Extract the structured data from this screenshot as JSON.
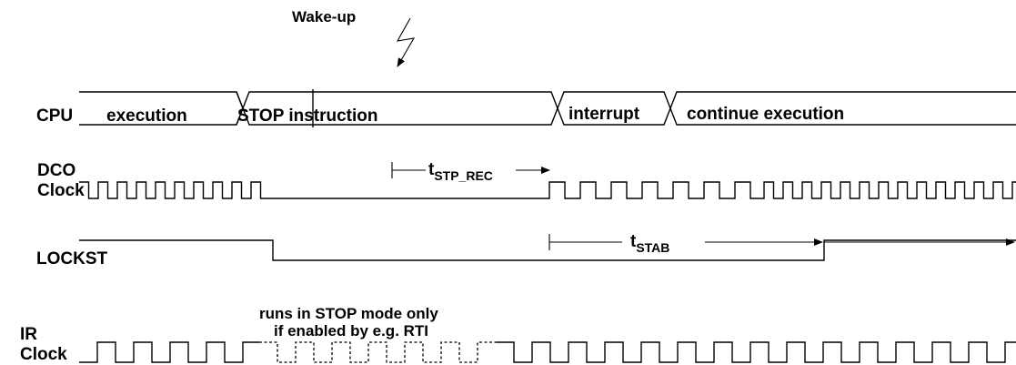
{
  "wakeup": {
    "label": "Wake-up"
  },
  "signals": {
    "cpu": {
      "label": "CPU"
    },
    "dco": {
      "label_line1": "DCO",
      "label_line2": "Clock"
    },
    "lockst": {
      "label": "LOCKST"
    },
    "ir": {
      "label_line1": "IR",
      "label_line2": "Clock"
    }
  },
  "cpu_phases": [
    "execution",
    "STOP instruction",
    "interrupt",
    "continue execution"
  ],
  "timings": {
    "stp_rec": {
      "base": "t",
      "sub": "STP_REC"
    },
    "stab": {
      "base": "t",
      "sub": "STAB"
    }
  },
  "ir_note": {
    "line1": "runs in STOP mode only",
    "line2": "if enabled by e.g. RTI"
  }
}
